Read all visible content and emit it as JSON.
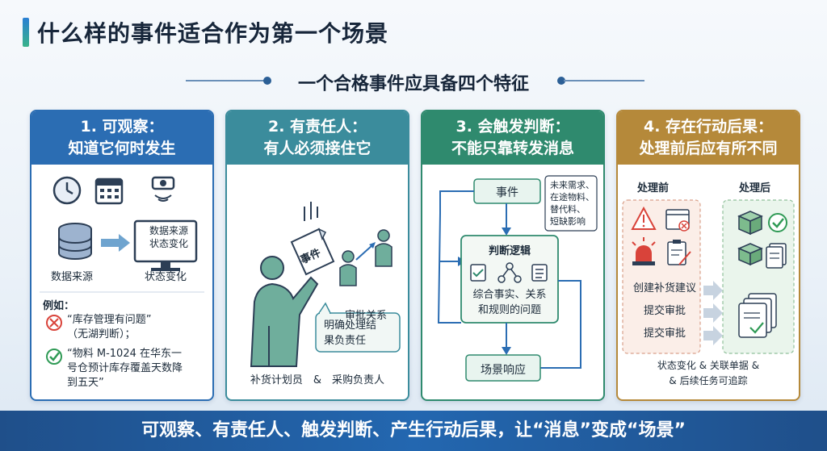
{
  "page_title": "什么样的事件适合作为第一个场景",
  "subtitle": "一个合格事件应具备四个特征",
  "cards": [
    {
      "head_line1": "1. 可观察：",
      "head_line2": "知道它何时发生",
      "source_label": "数据来源",
      "state_label": "状态变化",
      "monitor_line1": "数据来源",
      "monitor_line2": "状态变化",
      "example_title": "例如：",
      "bad_line1": "“库存管理有问题”",
      "bad_line2": "（无湖判断）；",
      "good_line1": "“物料 M-1024 在华东一",
      "good_line2": "号仓预计库存覆盖天数降",
      "good_line3": "到五天”"
    },
    {
      "head_line1": "2. 有责任人：",
      "head_line2": "有人必须接住它",
      "doc_label": "事件",
      "approval_label": "审批关系",
      "bubble_line1": "明确处理结",
      "bubble_line2": "果负责任",
      "roles": "补货计划员　&　采购负责人"
    },
    {
      "head_line1": "3. 会触发判断：",
      "head_line2": "不能只靠转发消息",
      "event_label": "事件",
      "note_line1": "未来需求、",
      "note_line2": "在途物料、",
      "note_line3": "替代料、",
      "note_line4": "短缺影响",
      "logic_title": "判断逻辑",
      "logic_line1": "综合事实、关系",
      "logic_line2": "和规则的问题",
      "response_label": "场景响应"
    },
    {
      "head_line1": "4. 存在行动后果：",
      "head_line2": "处理前后应有所不同",
      "before_label": "处理前",
      "after_label": "处理后",
      "action1": "创建补货建议",
      "action2": "提交审批",
      "action3": "提交审批",
      "footer_line1": "状态变化 & 关联单据 &",
      "footer_line2": "& 后续任务可追踪"
    }
  ],
  "bottom_banner": "可观察、有责任人、触发判断、产生行动后果，让“消息”变成“场景”",
  "colors": {
    "card1": "#2b6db3",
    "card2": "#3b8c9c",
    "card3": "#2f8a6e",
    "card4": "#b5893a",
    "red": "#d9433a",
    "green": "#2f9a55"
  }
}
